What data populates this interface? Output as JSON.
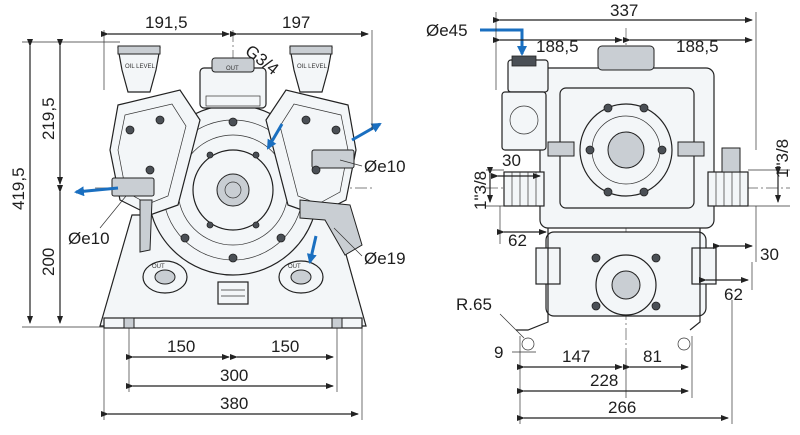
{
  "front_view": {
    "dims": {
      "width_left": "191,5",
      "width_right": "197",
      "thread": "G3/4",
      "height_upper": "219,5",
      "height_total": "419,5",
      "height_lower": "200",
      "port_left": "Øe10",
      "port_right": "Øe10",
      "port_bottom": "Øe19",
      "foot_left": "150",
      "foot_right": "150",
      "foot_holes": "300",
      "foot_total": "380"
    },
    "labels": {
      "oil_level": "OIL LEVEL",
      "out": "OUT"
    }
  },
  "side_view": {
    "dims": {
      "inlet_dia": "Øe45",
      "width_total": "337",
      "half_left": "188,5",
      "half_right": "188,5",
      "thread_left": "1\"3/8",
      "thread_right": "1\"3/8",
      "left_30": "30",
      "left_62": "62",
      "right_30": "30",
      "right_62": "62",
      "radius": "R.65",
      "slot": "9",
      "hole_147": "147",
      "hole_81": "81",
      "hole_228": "228",
      "base_266": "266"
    }
  },
  "colors": {
    "arrow": "#1a6fc0",
    "line": "#222222",
    "body_fill": "#f3f6f8",
    "shade": "#c9ced3"
  }
}
